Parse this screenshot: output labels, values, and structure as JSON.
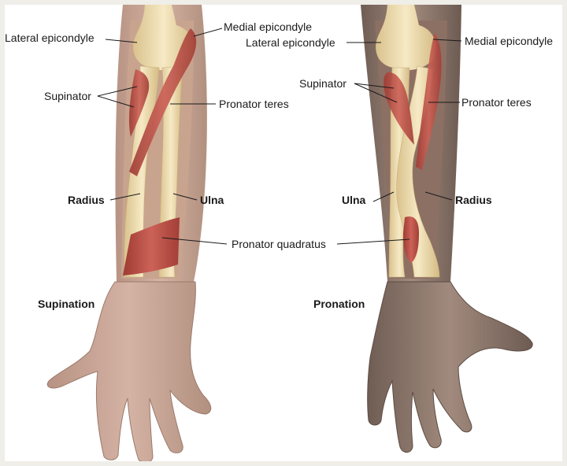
{
  "left_panel": {
    "caption": "Supination",
    "labels": {
      "lateral_epicondyle": "Lateral epicondyle",
      "medial_epicondyle": "Medial epicondyle",
      "supinator": "Supinator",
      "pronator_teres": "Pronator teres",
      "radius": "Radius",
      "ulna": "Ulna"
    }
  },
  "right_panel": {
    "caption": "Pronation",
    "labels": {
      "lateral_epicondyle": "Lateral epicondyle",
      "medial_epicondyle": "Medial epicondyle",
      "supinator": "Supinator",
      "pronator_teres": "Pronator teres",
      "ulna": "Ulna",
      "radius": "Radius"
    }
  },
  "shared_labels": {
    "pronator_quadratus": "Pronator quadratus"
  },
  "colors": {
    "skin_light": "#c9a79a",
    "skin_dark": "#8a7468",
    "bone": "#efdcae",
    "muscle": "#b8483f"
  }
}
